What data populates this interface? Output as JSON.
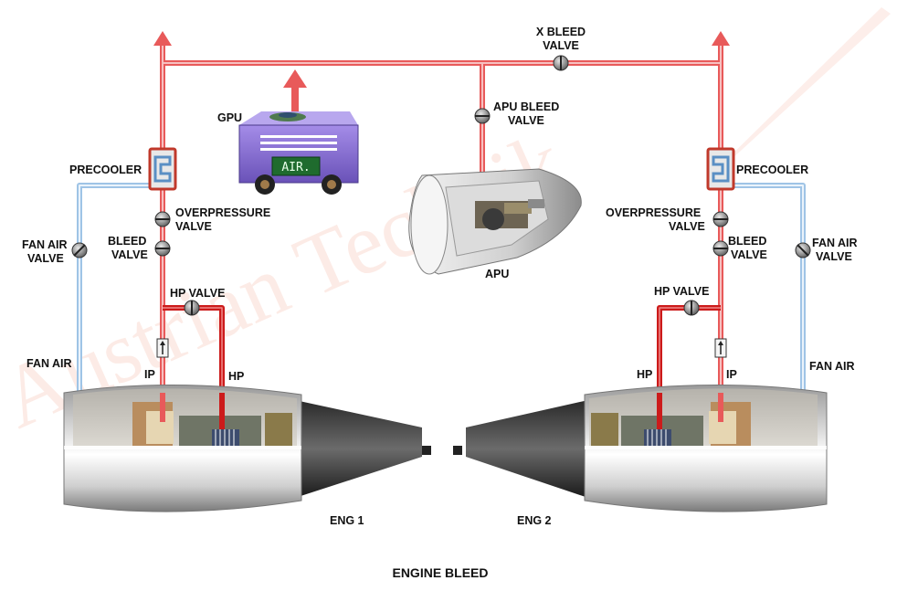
{
  "labels": {
    "x_bleed_1": "X BLEED",
    "x_bleed_2": "VALVE",
    "apu_bleed_1": "APU BLEED",
    "apu_bleed_2": "VALVE",
    "gpu": "GPU",
    "gpu_air": "AIR.",
    "apu": "APU",
    "left_precooler": "PRECOOLER",
    "left_overpressure_1": "OVERPRESSURE",
    "left_overpressure_2": "VALVE",
    "left_bleed_1": "BLEED",
    "left_bleed_2": "VALVE",
    "left_fan_air_valve_1": "FAN AIR",
    "left_fan_air_valve_2": "VALVE",
    "left_hp_valve": "HP VALVE",
    "left_fan_air": "FAN AIR",
    "left_ip": "IP",
    "left_hp": "HP",
    "eng1": "ENG 1",
    "right_precooler": "PRECOOLER",
    "right_overpressure_1": "OVERPRESSURE",
    "right_overpressure_2": "VALVE",
    "right_bleed_1": "BLEED",
    "right_bleed_2": "VALVE",
    "right_fan_air_valve_1": "FAN AIR",
    "right_fan_air_valve_2": "VALVE",
    "right_hp_valve": "HP VALVE",
    "right_fan_air": "FAN AIR",
    "right_ip": "IP",
    "right_hp": "HP",
    "eng2": "ENG 2",
    "caption": "ENGINE BLEED"
  },
  "watermark": "Austrian Technik",
  "colors": {
    "bleed_duct": "#e85a5a",
    "bleed_duct_light": "#f3a0a0",
    "hp_duct": "#cc1b1b",
    "fan_duct": "#9fc4e6",
    "fan_duct_light": "#d6e8f6",
    "gpu_body": "#8a6fd6",
    "valve": "#7d7d7d",
    "watermark": "#f08a6a"
  }
}
